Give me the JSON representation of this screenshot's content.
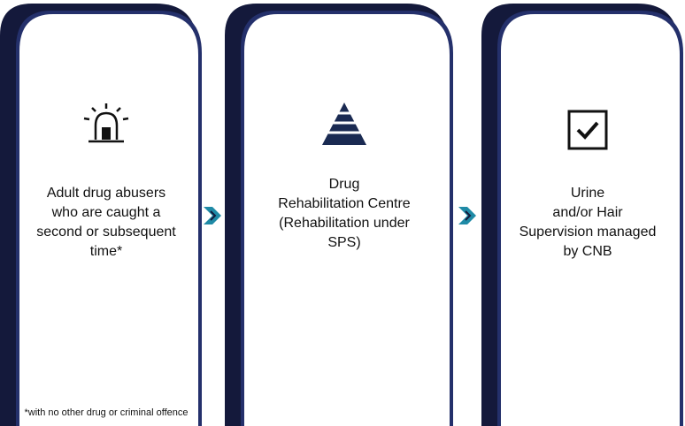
{
  "steps": [
    {
      "icon": "siren-icon",
      "text": "Adult drug abusers\nwho are caught a\nsecond or subsequent\ntime*"
    },
    {
      "icon": "pyramid-icon",
      "text": "Drug\nRehabilitation Centre\n(Rehabilitation under\nSPS)"
    },
    {
      "icon": "checkbox-icon",
      "text": "Urine\nand/or Hair\nSupervision managed\nby CNB"
    }
  ],
  "footnote": "*with no other drug or criminal offence",
  "colors": {
    "frame": "#14193b",
    "frame_inner": "#24306b",
    "arrow": "#1f8aa6",
    "arrow_dark": "#14193b",
    "icon": "#1a2a52"
  }
}
